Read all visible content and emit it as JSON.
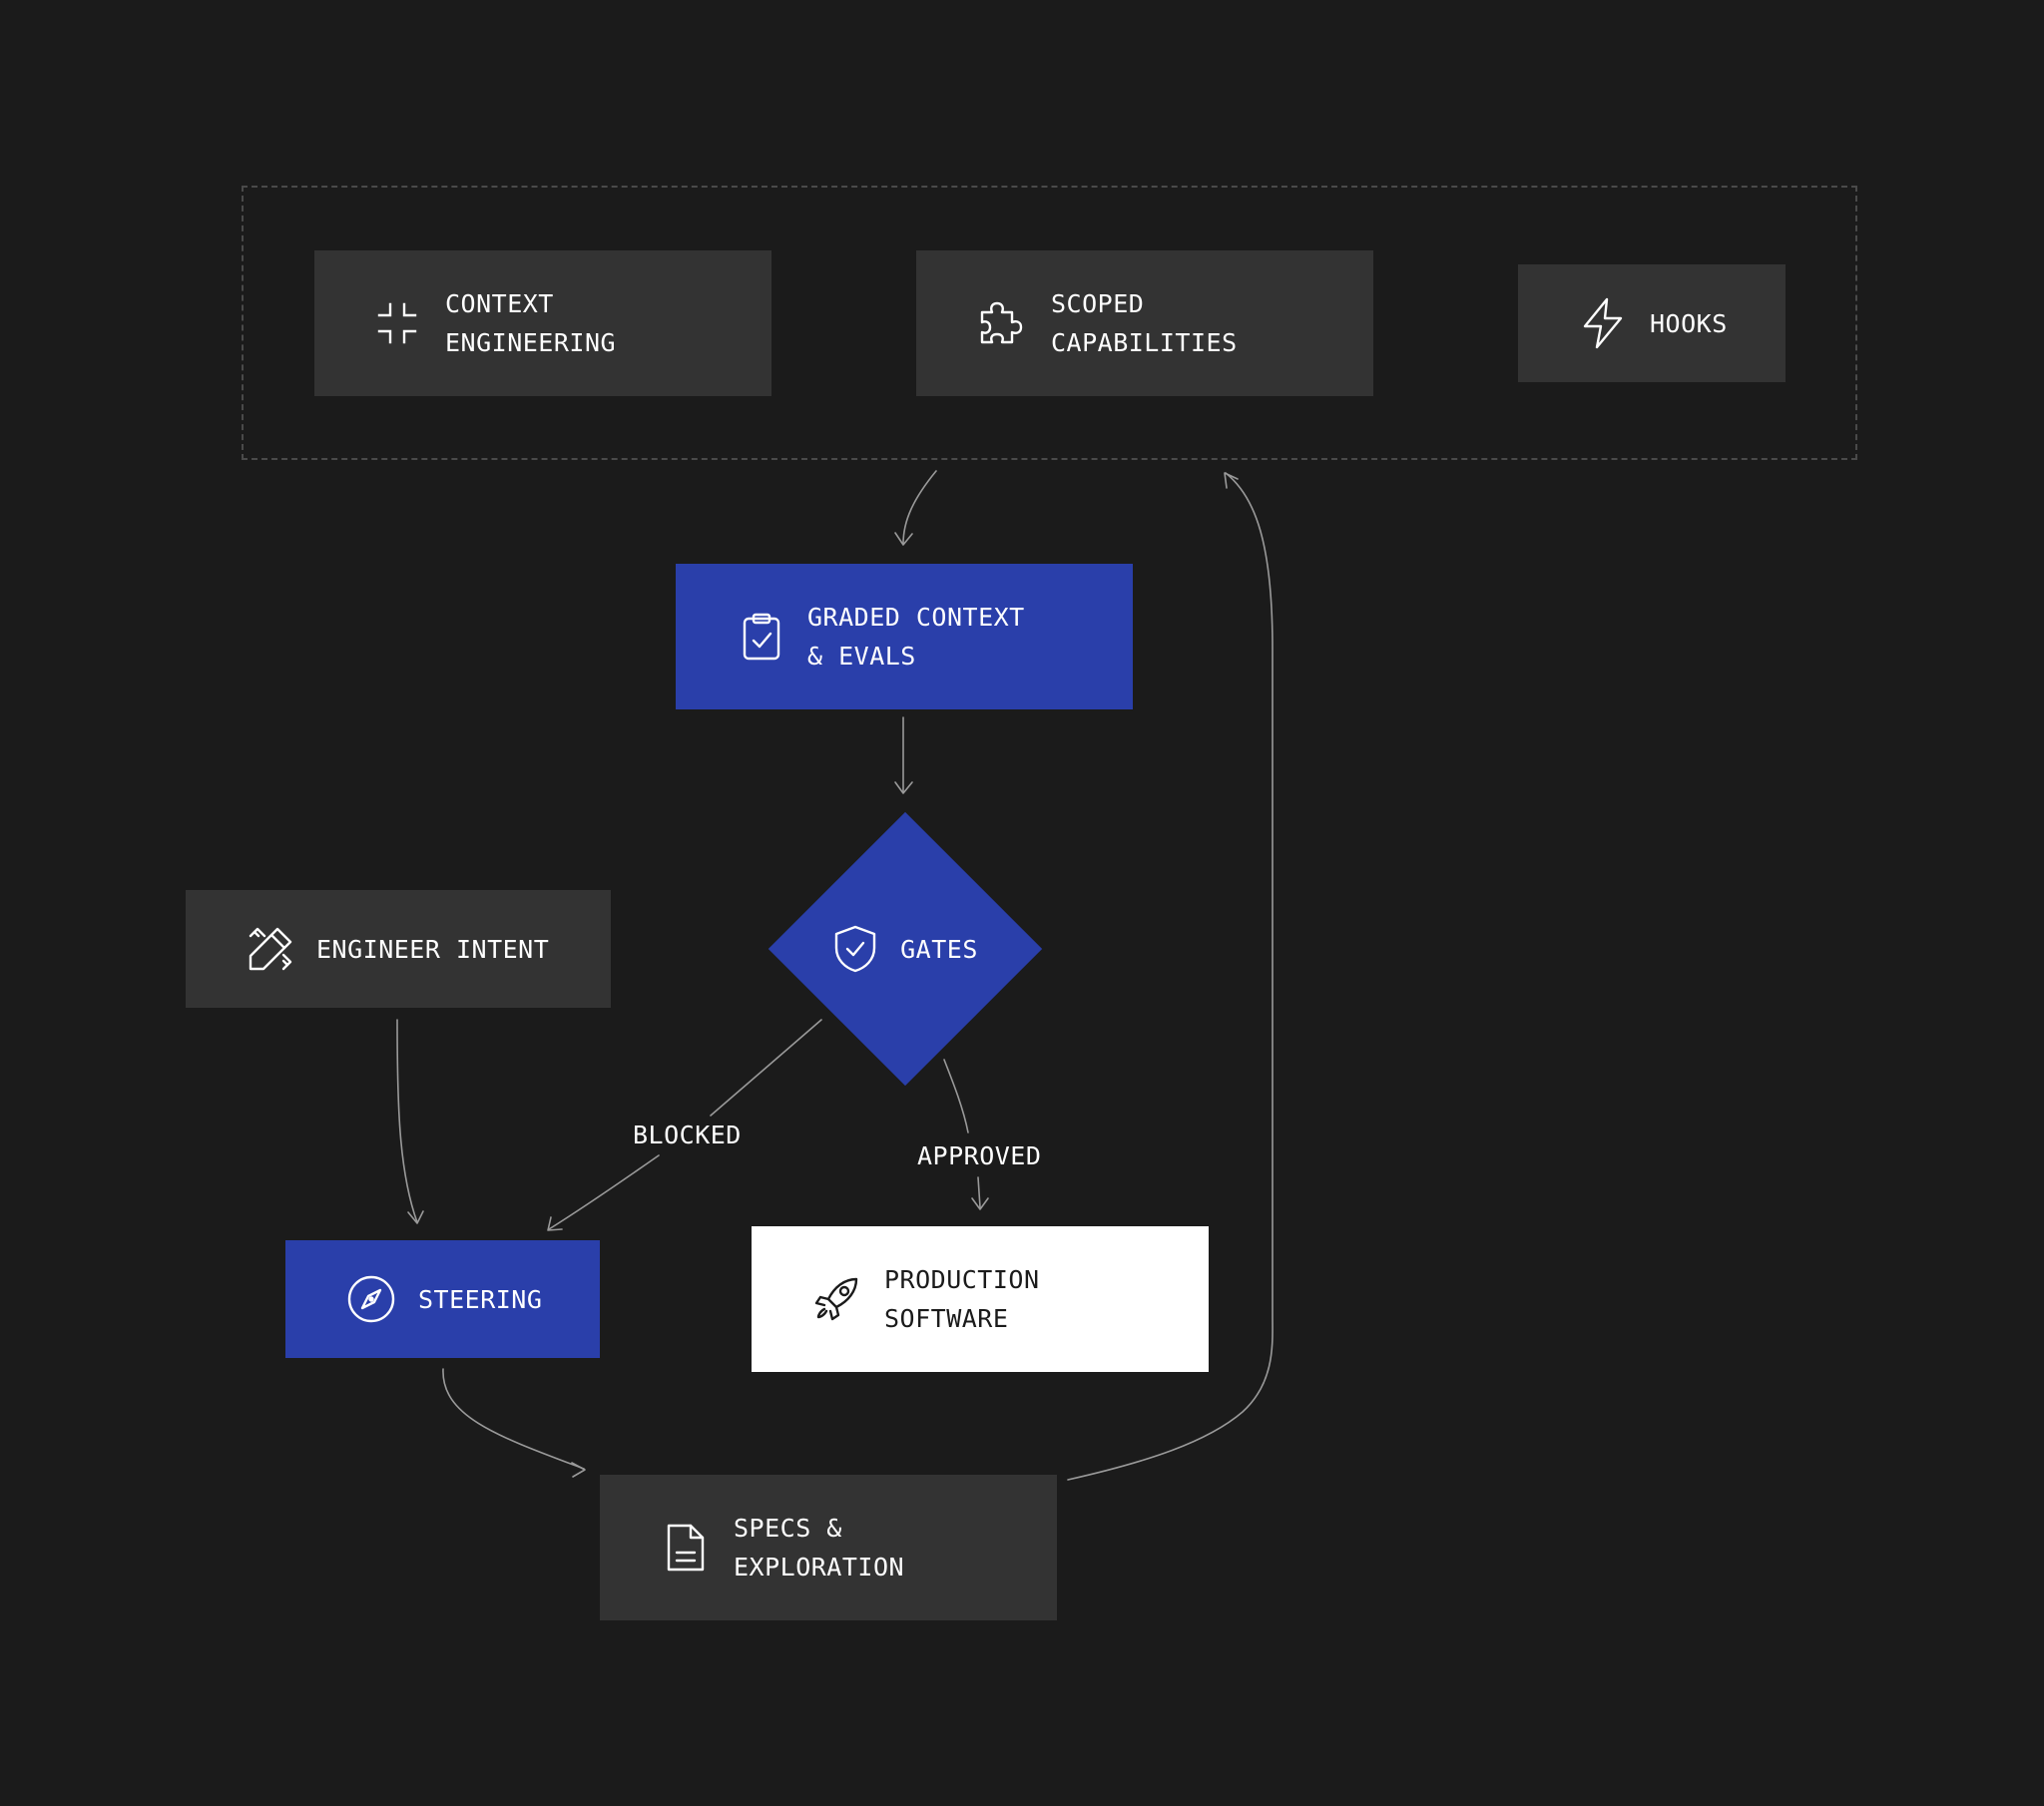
{
  "nodes": {
    "context_engineering": {
      "label": "CONTEXT\nENGINEERING",
      "icon": "collapse-arrows-icon"
    },
    "scoped_capabilities": {
      "label": "SCOPED\nCAPABILITIES",
      "icon": "puzzle-icon"
    },
    "hooks": {
      "label": "HOOKS",
      "icon": "lightning-icon"
    },
    "graded_context": {
      "label": "GRADED CONTEXT\n& EVALS",
      "icon": "clipboard-check-icon"
    },
    "gates": {
      "label": "GATES",
      "icon": "shield-check-icon"
    },
    "engineer_intent": {
      "label": "ENGINEER INTENT",
      "icon": "pencil-ruler-icon"
    },
    "steering": {
      "label": "STEERING",
      "icon": "compass-icon"
    },
    "production_software": {
      "label": "PRODUCTION\nSOFTWARE",
      "icon": "rocket-icon"
    },
    "specs_exploration": {
      "label": "SPECS &\nEXPLORATION",
      "icon": "document-icon"
    }
  },
  "edges": {
    "blocked": "BLOCKED",
    "approved": "APPROVED"
  },
  "colors": {
    "background": "#1b1b1b",
    "dark_node": "#333333",
    "accent_blue": "#2a3faa",
    "white_node": "#ffffff",
    "connector": "#9a9a9a"
  }
}
